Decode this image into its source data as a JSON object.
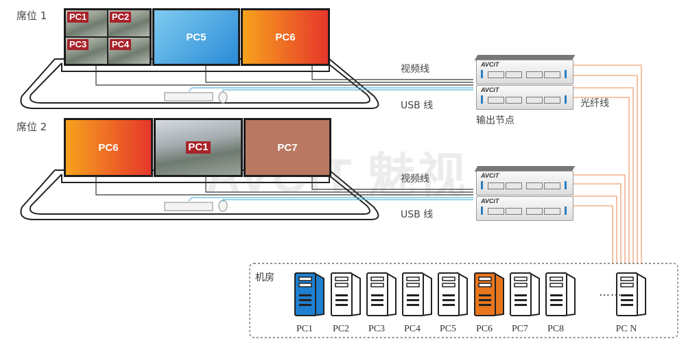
{
  "seats": [
    {
      "label": "席位 1",
      "monitors": [
        "PC5",
        "PC6"
      ],
      "quad": [
        "PC1",
        "PC2",
        "PC3",
        "PC4"
      ]
    },
    {
      "label": "席位 2",
      "monitors": [
        "PC6",
        "PC1",
        "PC7"
      ]
    }
  ],
  "cables": {
    "video_1": "视频线",
    "usb_1": "USB 线",
    "video_2": "视频线",
    "usb_2": "USB 线",
    "fiber": "光纤线"
  },
  "output_node": {
    "label": "输出节点",
    "brand": "AVCiT"
  },
  "room": {
    "label": "机房",
    "pcs": [
      "PC1",
      "PC2",
      "PC3",
      "PC4",
      "PC5",
      "PC6",
      "PC7",
      "PC8",
      "PC N"
    ],
    "ellipsis": "……",
    "highlight": {
      "PC1": "#1f7fd0",
      "PC6": "#e8761f"
    }
  },
  "watermark": "AVCiT 魅视",
  "colors": {
    "fiber": "#f0a070",
    "usb": "#5bb3d8",
    "video": "#333333"
  }
}
